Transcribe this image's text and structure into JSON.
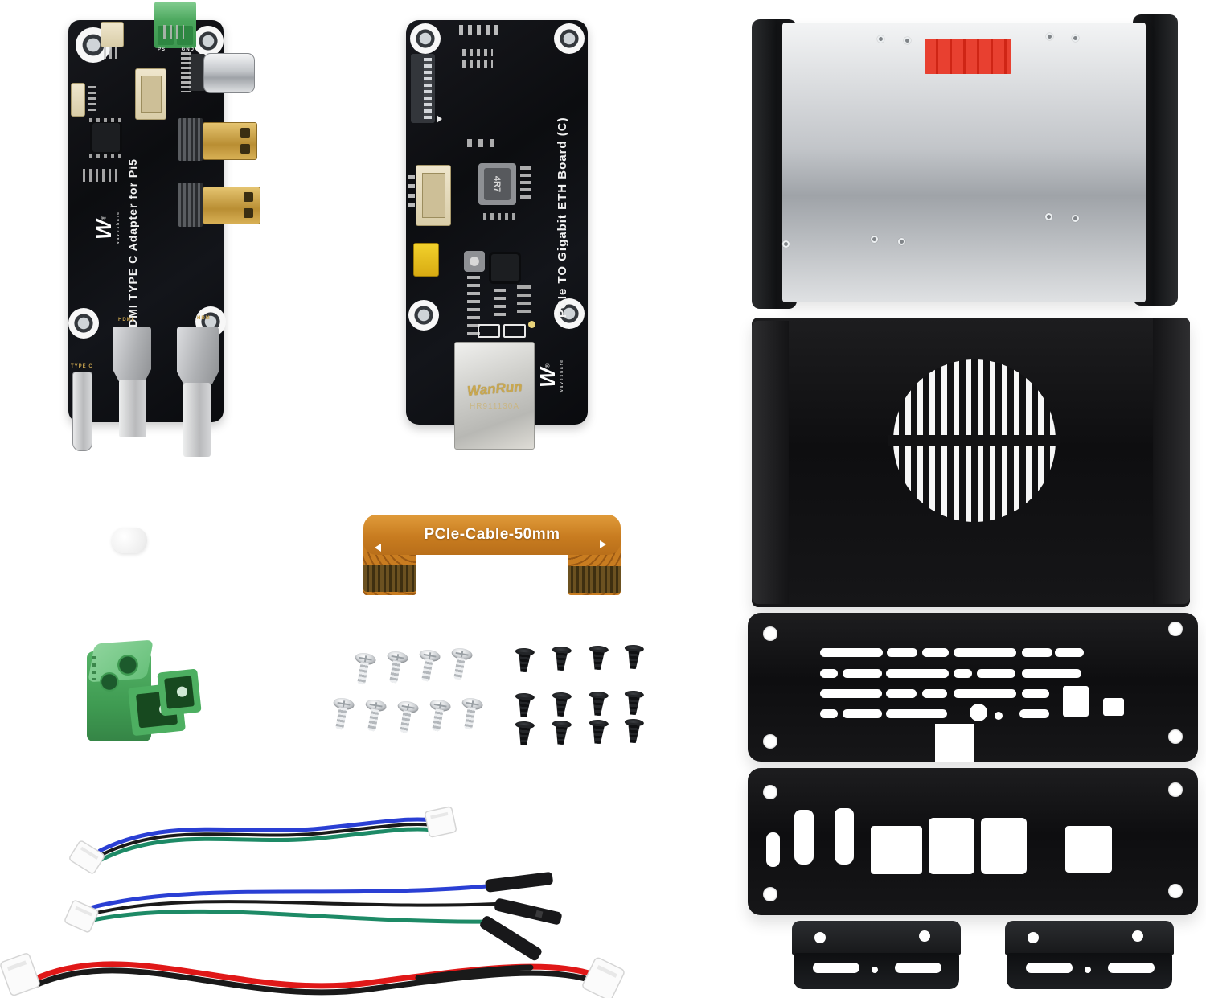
{
  "scene": {
    "background_color": "#ffffff"
  },
  "board_hdmi_adapter": {
    "title": "HDMI TYPE C Adapter for Pi5",
    "brand_glyph": "W",
    "brand_reg": "®",
    "brand_name": "waveshare",
    "label_ps": "PS",
    "label_gnd": "GND",
    "label_type_c": "TYPE C",
    "label_hdmi": "HDMI",
    "pcb_color": "#101114"
  },
  "board_eth": {
    "title": "PCIe TO Gigabit ETH Board (C)",
    "brand_glyph": "W",
    "brand_reg": "®",
    "brand_name": "waveshare",
    "inductor_marking": "4R7",
    "eth_jack_brand": "WanRun",
    "eth_jack_model": "HR911130A",
    "pcb_color": "#101114"
  },
  "flex_cable": {
    "label": "PCIe-Cable-50mm",
    "color": "#c87c20"
  },
  "hardware": {
    "silver_screws_count": 9,
    "black_screws_count": 12,
    "bracket_count": 2,
    "terminal_block_color": "#4fae63",
    "sticker_color": "#e23222"
  }
}
